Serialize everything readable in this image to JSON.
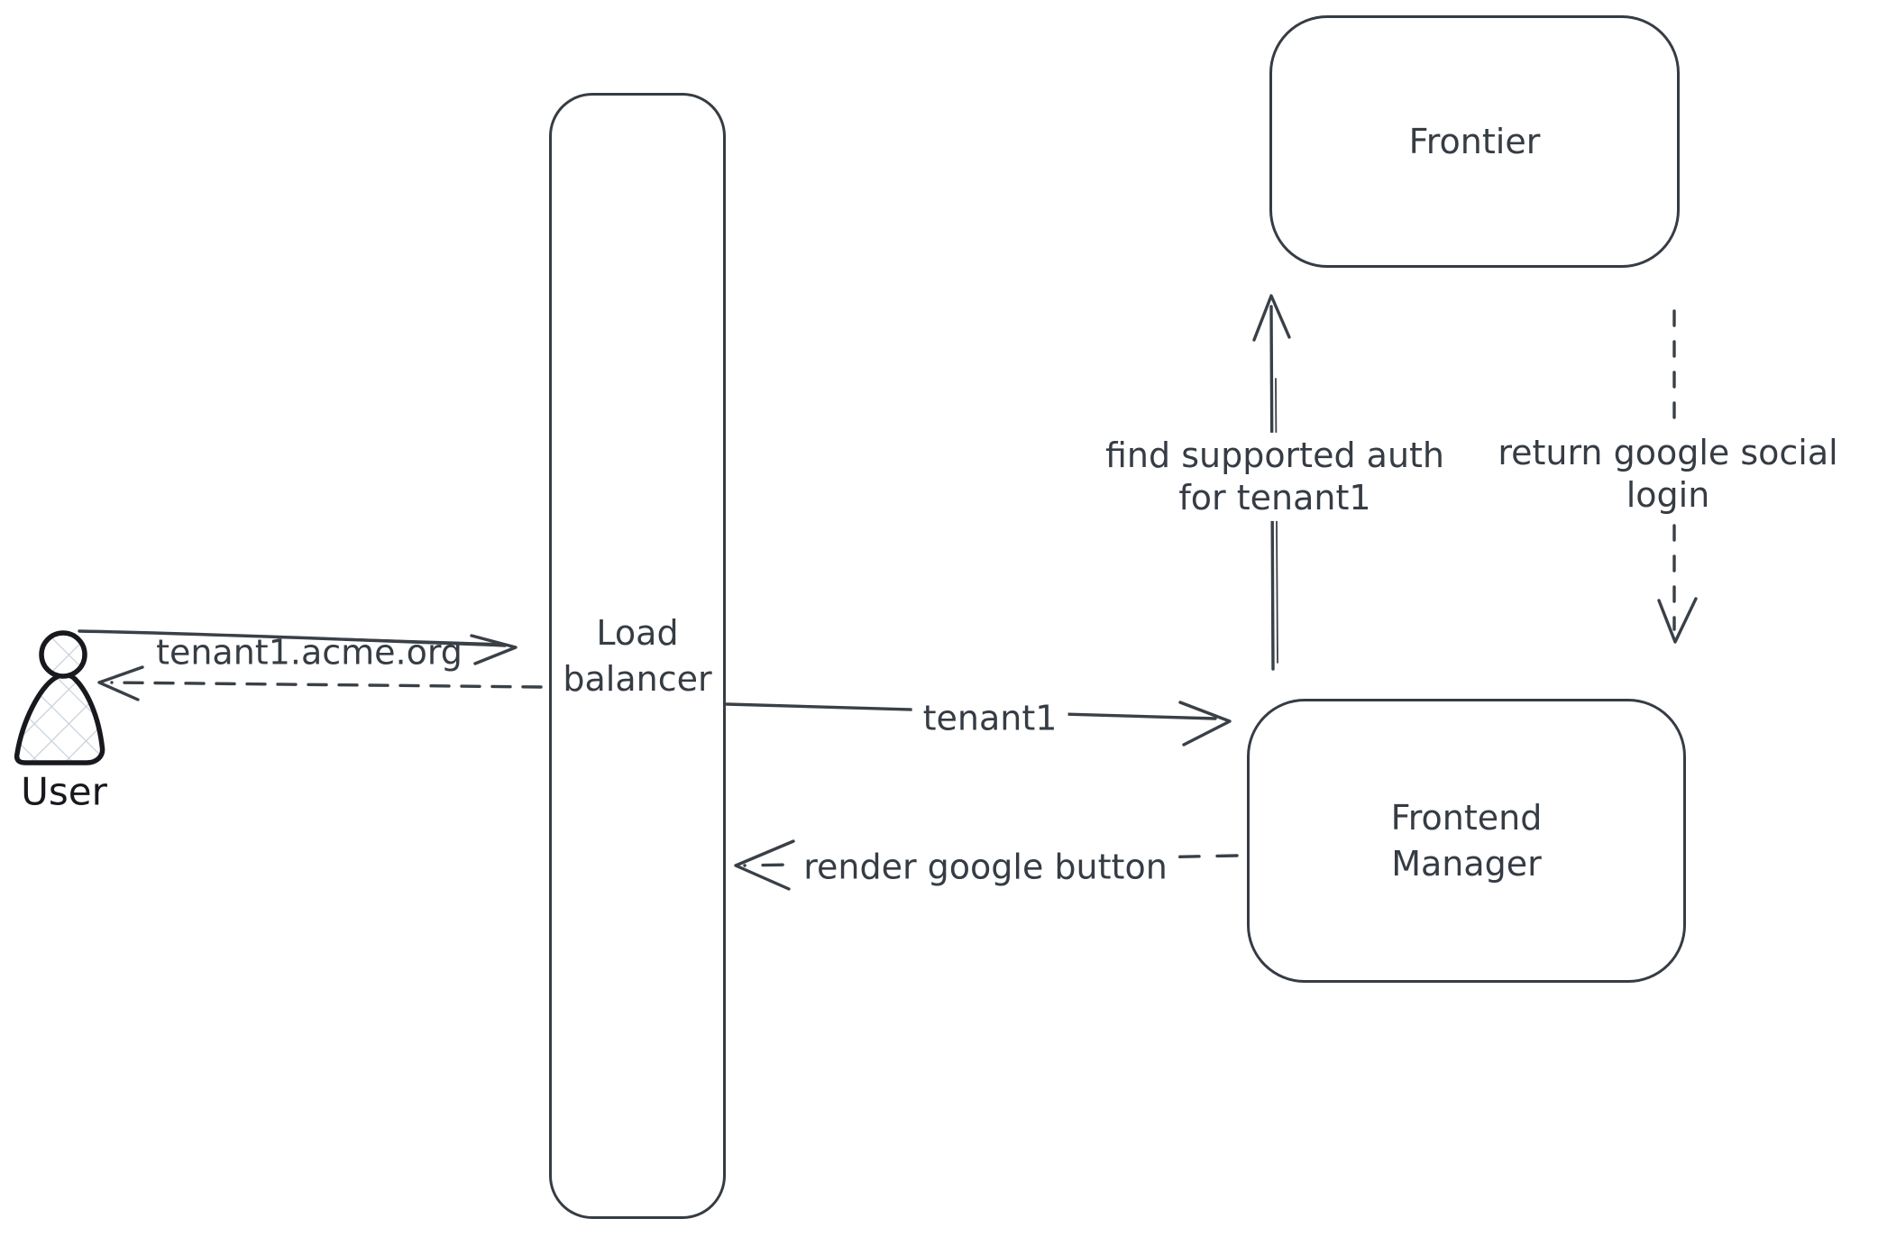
{
  "theme": {
    "background": "#ffffff",
    "stroke": "#3a4047",
    "node_border": "#363c44",
    "text": "#363c44",
    "figure_outline": "#17191e",
    "figure_hatch": "#c9d2dc",
    "label_background": "#ffffff"
  },
  "actor": {
    "label": "User"
  },
  "nodes": {
    "load_balancer": {
      "line1": "Load",
      "line2": "balancer"
    },
    "frontier": {
      "label": "Frontier"
    },
    "frontend_manager": {
      "line1": "Frontend",
      "line2": "Manager"
    }
  },
  "edges": {
    "request": {
      "label": "tenant1.acme.org",
      "from": "user",
      "to": "load_balancer",
      "style": "solid"
    },
    "response": {
      "from": "load_balancer",
      "to": "user",
      "style": "dashed"
    },
    "route_tenant1": {
      "label": "tenant1",
      "from": "load_balancer",
      "to": "frontend_manager",
      "style": "solid"
    },
    "render_button": {
      "label": "render google button",
      "from": "frontend_manager",
      "to": "load_balancer",
      "style": "dashed"
    },
    "find_auth": {
      "line1": "find supported auth",
      "line2": "for tenant1",
      "from": "frontend_manager",
      "to": "frontier",
      "style": "solid"
    },
    "return_login": {
      "line1": "return google social",
      "line2": "login",
      "from": "frontier",
      "to": "frontend_manager",
      "style": "dashed"
    }
  }
}
